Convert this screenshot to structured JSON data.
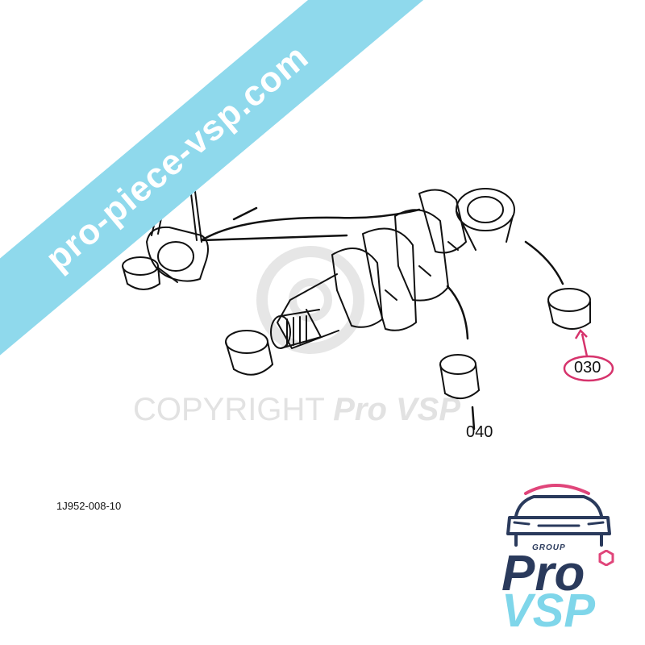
{
  "watermark": {
    "site_url": "pro-piece-vsp.com",
    "copyright_text": "COPYRIGHT",
    "copyright_brand": "Pro VSP"
  },
  "diagram": {
    "callouts": [
      {
        "id": "030",
        "label": "030",
        "highlighted": true
      },
      {
        "id": "040",
        "label": "040",
        "highlighted": false
      }
    ],
    "reference_code": "1J952-008-10"
  },
  "logo": {
    "group_text": "GROUP",
    "line1": "Pro",
    "line2": "VSP"
  },
  "colors": {
    "banner": "#8fd9ec",
    "highlight": "#d6336c",
    "logo_dark": "#2a3a5c",
    "logo_light": "#7fd6ea",
    "logo_pink": "#e0457a"
  }
}
